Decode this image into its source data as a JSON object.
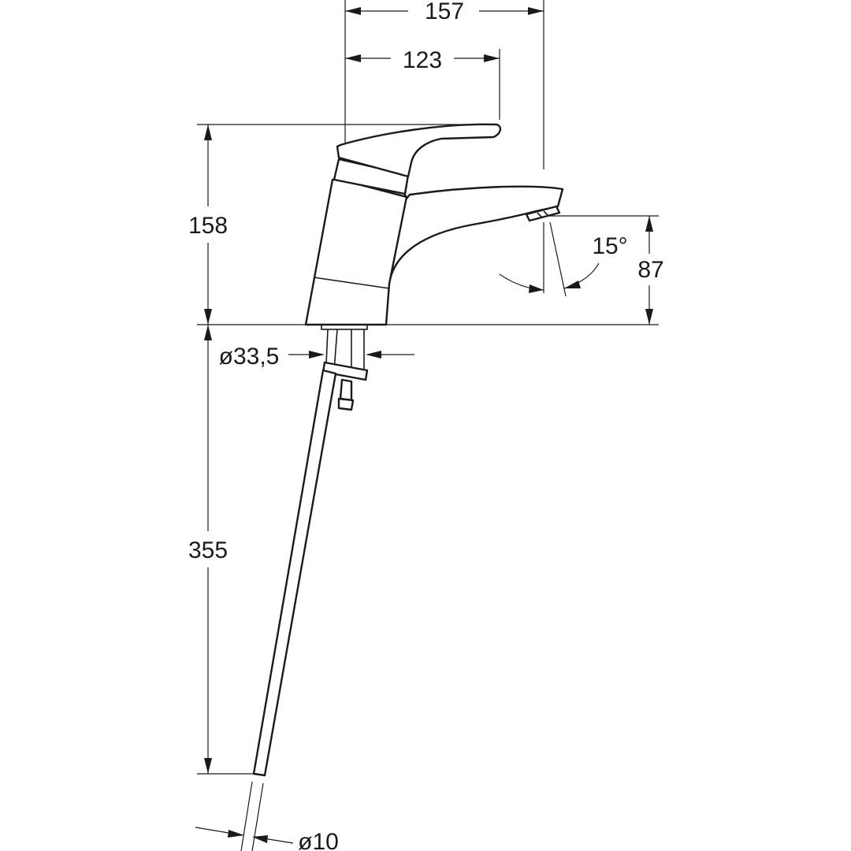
{
  "dimensions": {
    "total_reach": "157",
    "lever_reach": "123",
    "body_height": "158",
    "tail_length": "355",
    "spout_height": "87",
    "swivel_angle": "15°",
    "mount_diameter": "ø33,5",
    "hose_diameter": "ø10"
  },
  "colors": {
    "line": "#1a1a1a",
    "background": "#ffffff"
  }
}
